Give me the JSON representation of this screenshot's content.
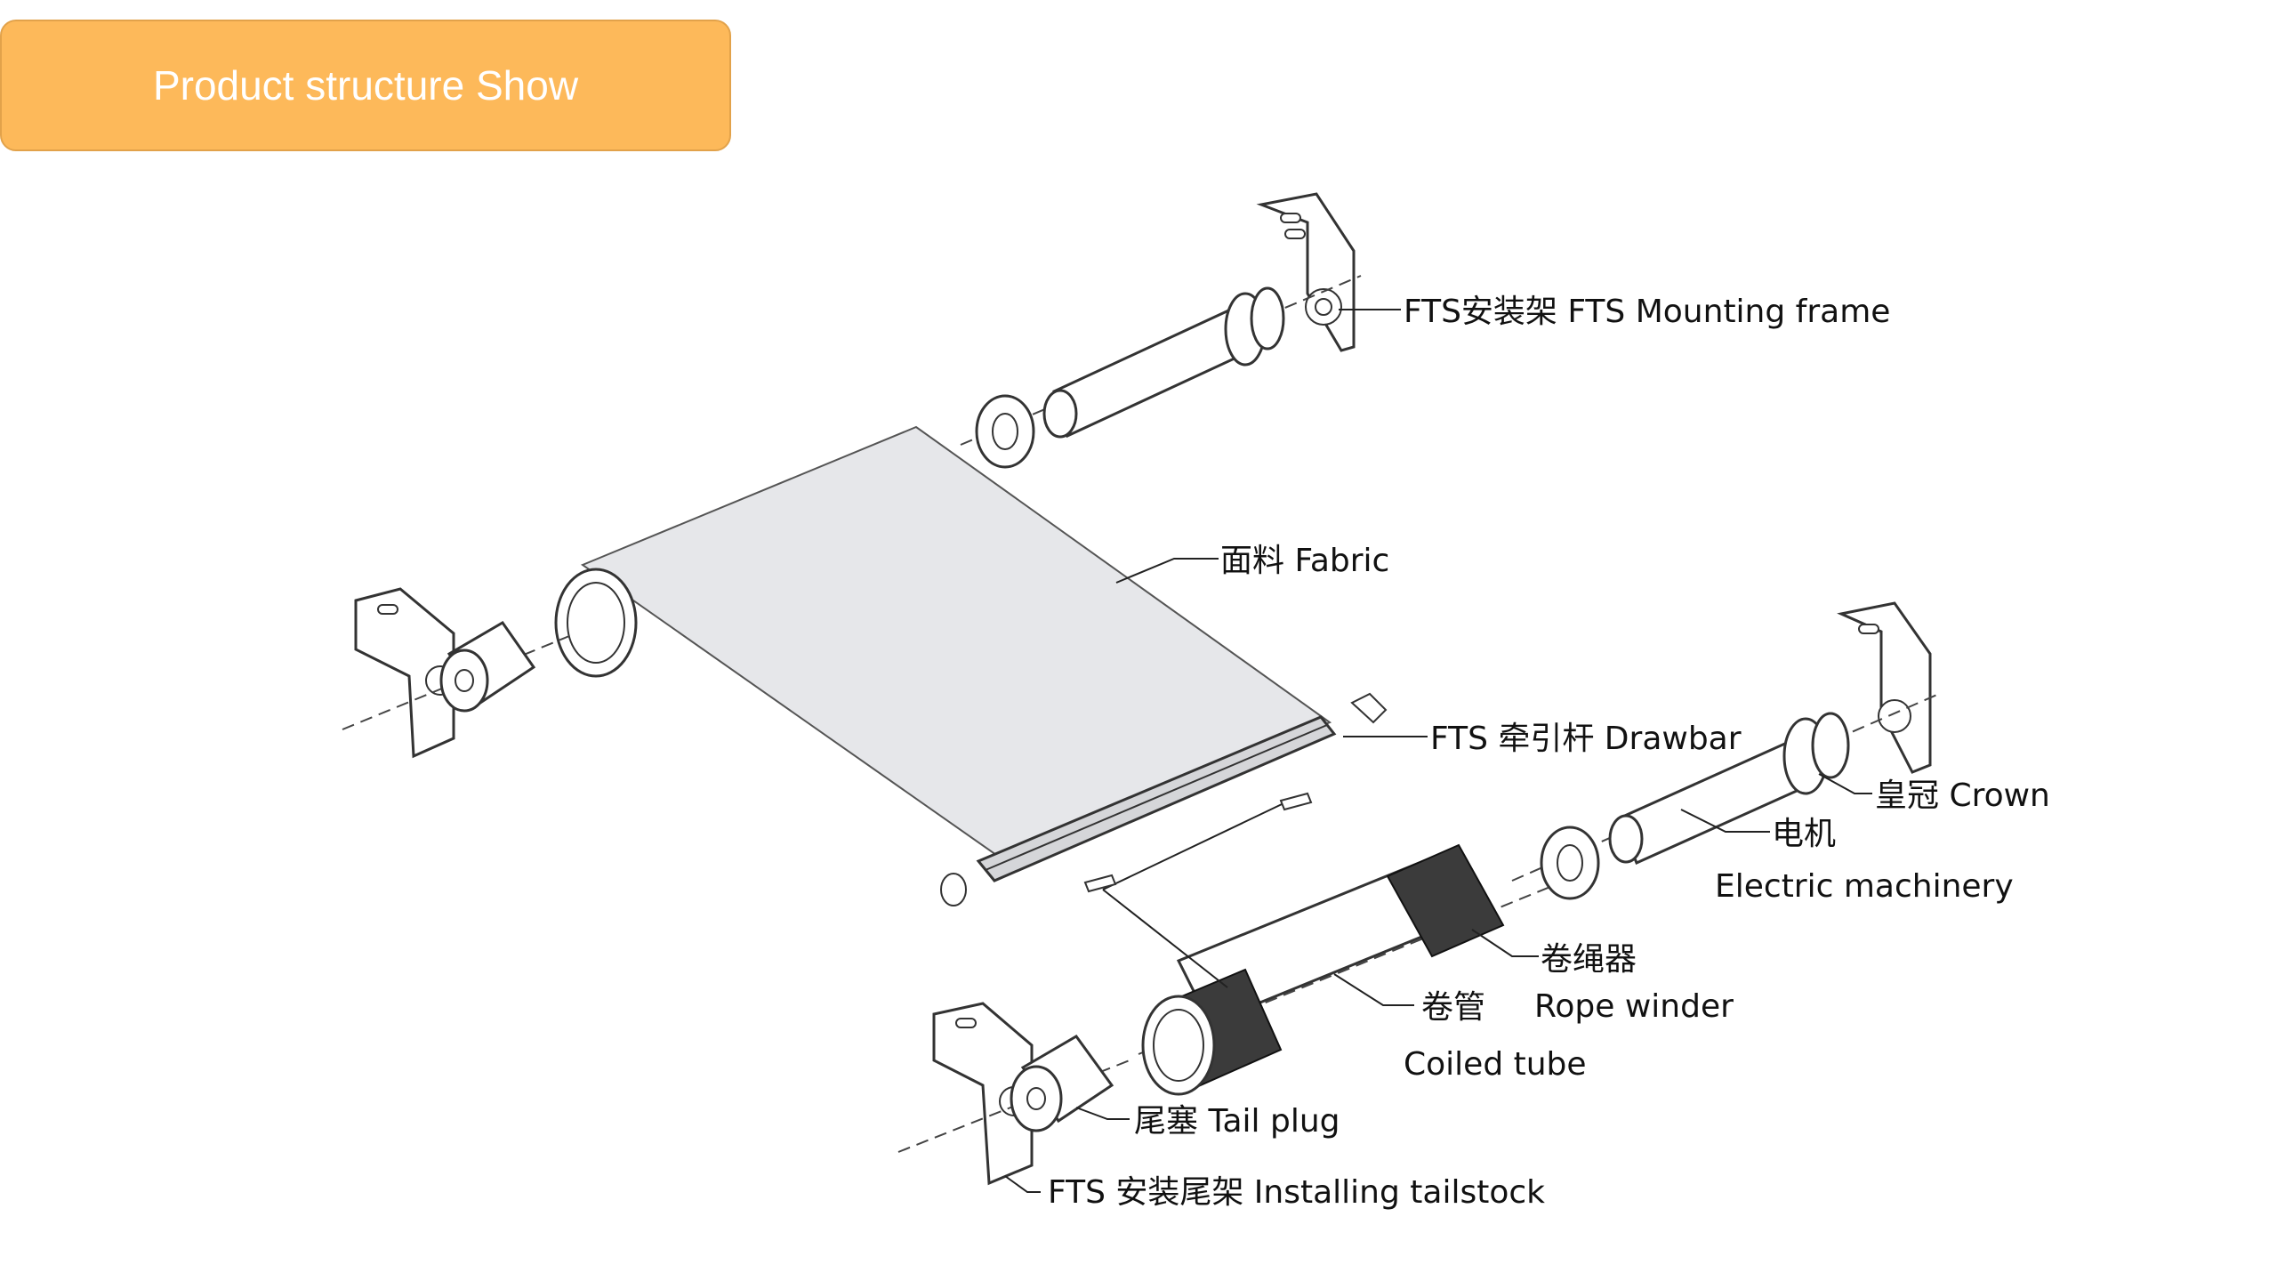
{
  "header": {
    "title": "Product structure Show"
  },
  "labels": {
    "mounting_frame": "FTS安装架 FTS Mounting frame",
    "fabric": "面料 Fabric",
    "drawbar": "FTS 牵引杆 Drawbar",
    "crown": "皇冠 Crown",
    "motor_cn": "电机",
    "motor_en": "Electric machinery",
    "rope_winder_cn": "卷绳器",
    "rope_winder_en": "Rope winder",
    "coiled_tube_cn": "卷管",
    "coiled_tube_en": "Coiled tube",
    "tail_plug": "尾塞 Tail plug",
    "tailstock": "FTS 安装尾架 Installing tailstock"
  }
}
